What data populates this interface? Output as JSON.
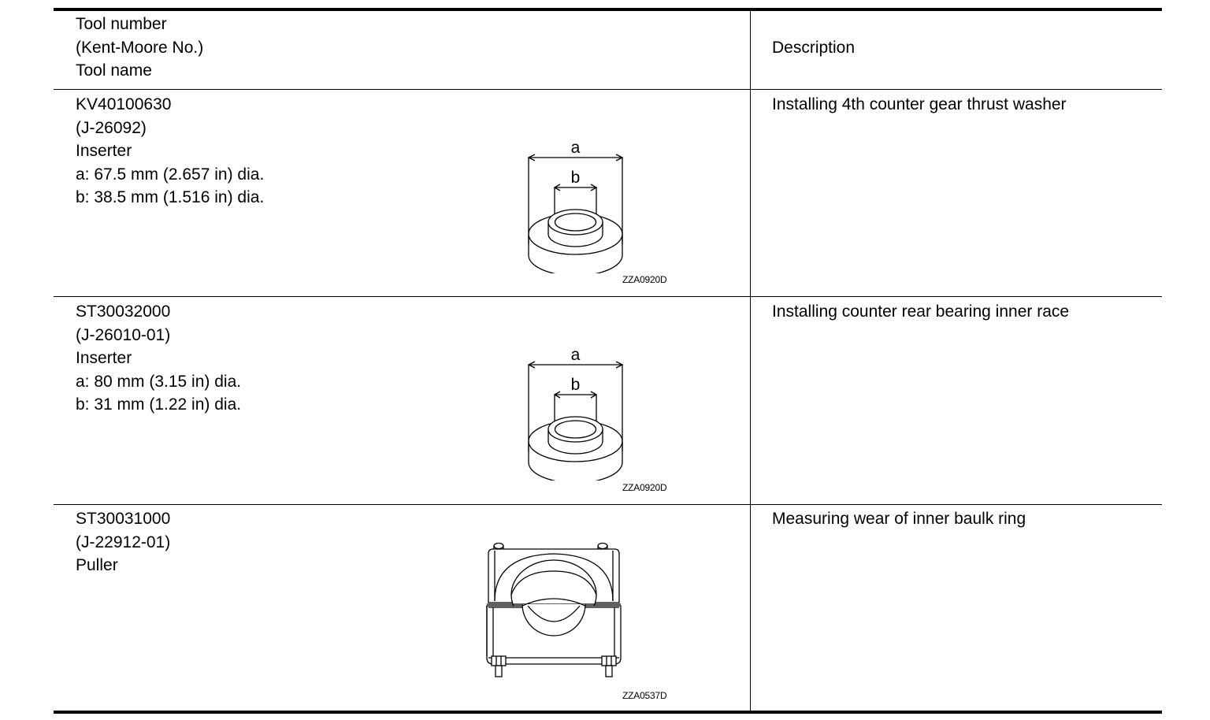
{
  "header": {
    "left_lines": [
      "Tool number",
      "(Kent-Moore No.)",
      "Tool name"
    ],
    "right": "Description"
  },
  "rows": [
    {
      "lines": [
        "KV40100630",
        "(J-26092)",
        "Inserter",
        "a: 67.5 mm (2.657 in) dia.",
        "b: 38.5 mm (1.516 in) dia."
      ],
      "figure_code": "ZZA0920D",
      "dim_a": "a",
      "dim_b": "b",
      "description": "Installing 4th counter gear thrust washer"
    },
    {
      "lines": [
        "ST30032000",
        "(J-26010-01)",
        "Inserter",
        "a: 80 mm (3.15 in) dia.",
        "b: 31 mm (1.22 in) dia."
      ],
      "figure_code": "ZZA0920D",
      "dim_a": "a",
      "dim_b": "b",
      "description": "Installing counter rear bearing inner race"
    },
    {
      "lines": [
        "ST30031000",
        "(J-22912-01)",
        "Puller"
      ],
      "figure_code": "ZZA0537D",
      "description": "Measuring wear of inner baulk ring"
    }
  ]
}
